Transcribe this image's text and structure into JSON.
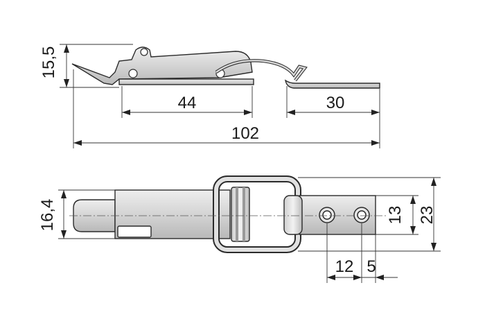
{
  "dimensions": {
    "side_height": "15,5",
    "side_hook_length": "44",
    "side_strike_length": "30",
    "side_total_length": "102",
    "top_bolt_height": "16,4",
    "top_hole_spacing_inner": "13",
    "top_plate_height": "23",
    "top_hole_pitch": "12",
    "top_hole_edge": "5"
  },
  "colors": {
    "part_fill": "#d9d9d9",
    "part_shade": "#bdbdbd",
    "line": "#2a2a2a"
  }
}
